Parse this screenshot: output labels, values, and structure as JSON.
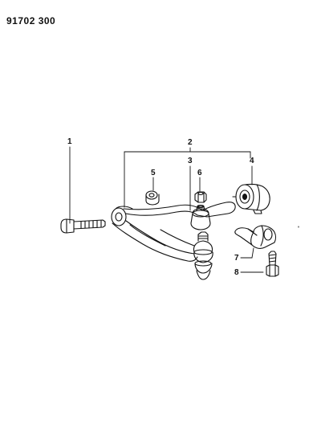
{
  "diagram_code": "91702 300",
  "callouts": [
    {
      "num": "1",
      "part": "bolt"
    },
    {
      "num": "2",
      "part": "lower-control-arm-assembly"
    },
    {
      "num": "3",
      "part": "ball-joint-boot"
    },
    {
      "num": "4",
      "part": "bushing"
    },
    {
      "num": "5",
      "part": "bushing"
    },
    {
      "num": "6",
      "part": "nut"
    },
    {
      "num": "7",
      "part": "bracket"
    },
    {
      "num": "8",
      "part": "bolt"
    }
  ],
  "colors": {
    "ink": "#111111",
    "background": "#ffffff"
  }
}
